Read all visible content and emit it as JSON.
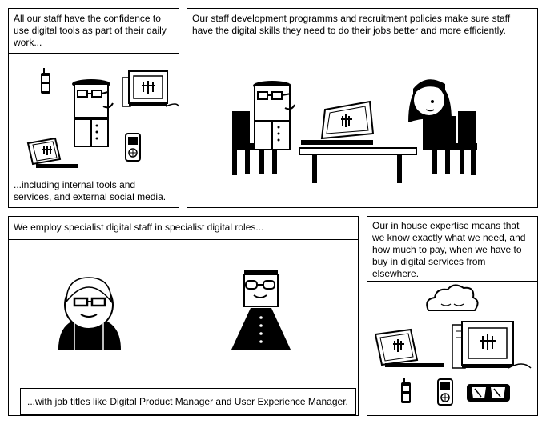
{
  "comic": {
    "panel1": {
      "caption_top": "All our staff have the confidence to use digital tools as part of their daily work...",
      "caption_bottom": "...including internal tools and services, and external social media."
    },
    "panel2": {
      "caption_top": "Our staff development programms and recruitment policies make sure staff have the digital skills they need to do their jobs better and more efficiently."
    },
    "panel3": {
      "caption_top": "We employ specialist digital staff in specialist digital roles...",
      "caption_bottom": "...with job titles like Digital Product Manager and User Experience Manager."
    },
    "panel4": {
      "caption_top": "Our in house expertise means that we know exactly what we need, and how much to pay, when we have to buy in digital services from elsewhere."
    }
  }
}
